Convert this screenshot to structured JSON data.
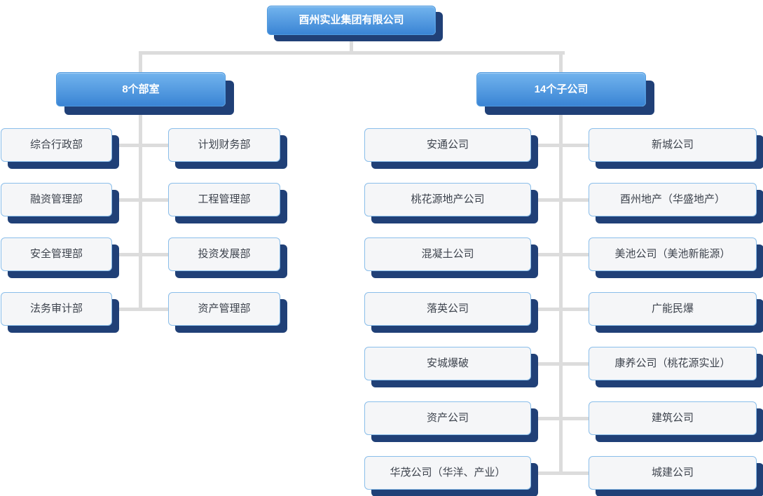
{
  "org": {
    "root": "酉州实业集团有限公司",
    "branches": [
      {
        "label": "8个部室",
        "columns": [
          [
            "综合行政部",
            "融资管理部",
            "安全管理部",
            "法务审计部"
          ],
          [
            "计划财务部",
            "工程管理部",
            "投资发展部",
            "资产管理部"
          ]
        ]
      },
      {
        "label": "14个子公司",
        "columns": [
          [
            "安通公司",
            "桃花源地产公司",
            "混凝土公司",
            "落英公司",
            "安城爆破",
            "资产公司",
            "华茂公司（华洋、产业）"
          ],
          [
            "新城公司",
            "酉州地产（华盛地产）",
            "美池公司（美池新能源）",
            "广能民爆",
            "康养公司（桃花源实业）",
            "建筑公司",
            "城建公司"
          ]
        ]
      }
    ]
  },
  "colors": {
    "blue-top": "#72b4ee",
    "blue-bottom": "#3a84d4",
    "blue-border": "#4f9ade",
    "shadow": "#204077",
    "leaf-bg": "#f5f6f8",
    "leaf-border": "#8abeea",
    "leaf-text": "#3d434d",
    "node-text": "#ffffff",
    "line": "#dcdcdc",
    "bg": "#ffffff"
  }
}
